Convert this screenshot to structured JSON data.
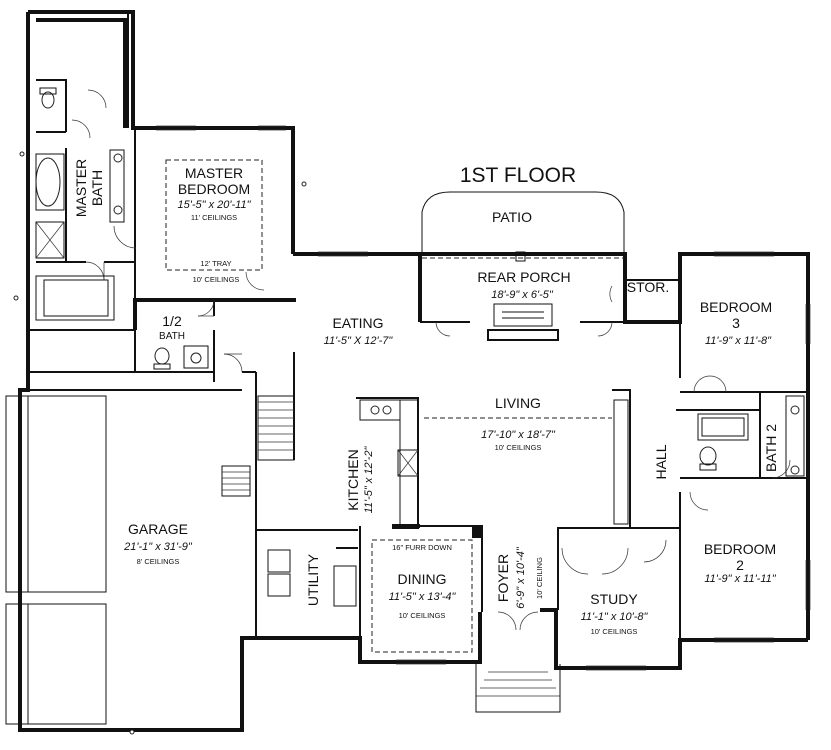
{
  "floor_title": "1ST FLOOR",
  "rooms": {
    "master_bedroom": {
      "name_line1": "MASTER",
      "name_line2": "BEDROOM",
      "dims": "15'-5\" x 20'-11\"",
      "ceiling": "11' CEILINGS",
      "tray_line1": "12' TRAY",
      "tray_line2": "10' CEILINGS"
    },
    "master_bath": {
      "name_line1": "MASTER",
      "name_line2": "BATH"
    },
    "half_bath": {
      "name_line1": "1/2",
      "name_line2": "BATH"
    },
    "patio": {
      "name": "PATIO"
    },
    "rear_porch": {
      "name": "REAR PORCH",
      "dims": "18'-9\" x 6'-5\""
    },
    "storage": {
      "name": "STOR."
    },
    "bedroom3": {
      "name_line1": "BEDROOM",
      "name_line2": "3",
      "dims": "11'-9\" x 11'-8\""
    },
    "eating": {
      "name": "EATING",
      "dims": "11'-5\" X 12'-7\""
    },
    "living": {
      "name": "LIVING",
      "dims": "17'-10\" x 18'-7\"",
      "ceiling": "10' CEILINGS"
    },
    "kitchen": {
      "name": "KITCHEN",
      "dims": "11'-5\" x 12'-2\""
    },
    "hall": {
      "name": "HALL"
    },
    "bath2": {
      "name": "BATH 2"
    },
    "bedroom2": {
      "name_line1": "BEDROOM",
      "name_line2": "2",
      "dims": "11'-9\" x 11'-11\""
    },
    "garage": {
      "name": "GARAGE",
      "dims": "21'-1\" x 31'-9\"",
      "ceiling": "8' CEILINGS"
    },
    "utility": {
      "name": "UTILITY"
    },
    "dining": {
      "name": "DINING",
      "dims": "11'-5\" x 13'-4\"",
      "ceiling": "10' CEILINGS",
      "furr": "16\" FURR DOWN"
    },
    "foyer": {
      "name": "FOYER",
      "dims": "6'-9\" x 10'-4\"",
      "ceiling": "10' CEILING"
    },
    "study": {
      "name": "STUDY",
      "dims": "11'-1\" x 10'-8\"",
      "ceiling": "10' CEILINGS"
    }
  }
}
